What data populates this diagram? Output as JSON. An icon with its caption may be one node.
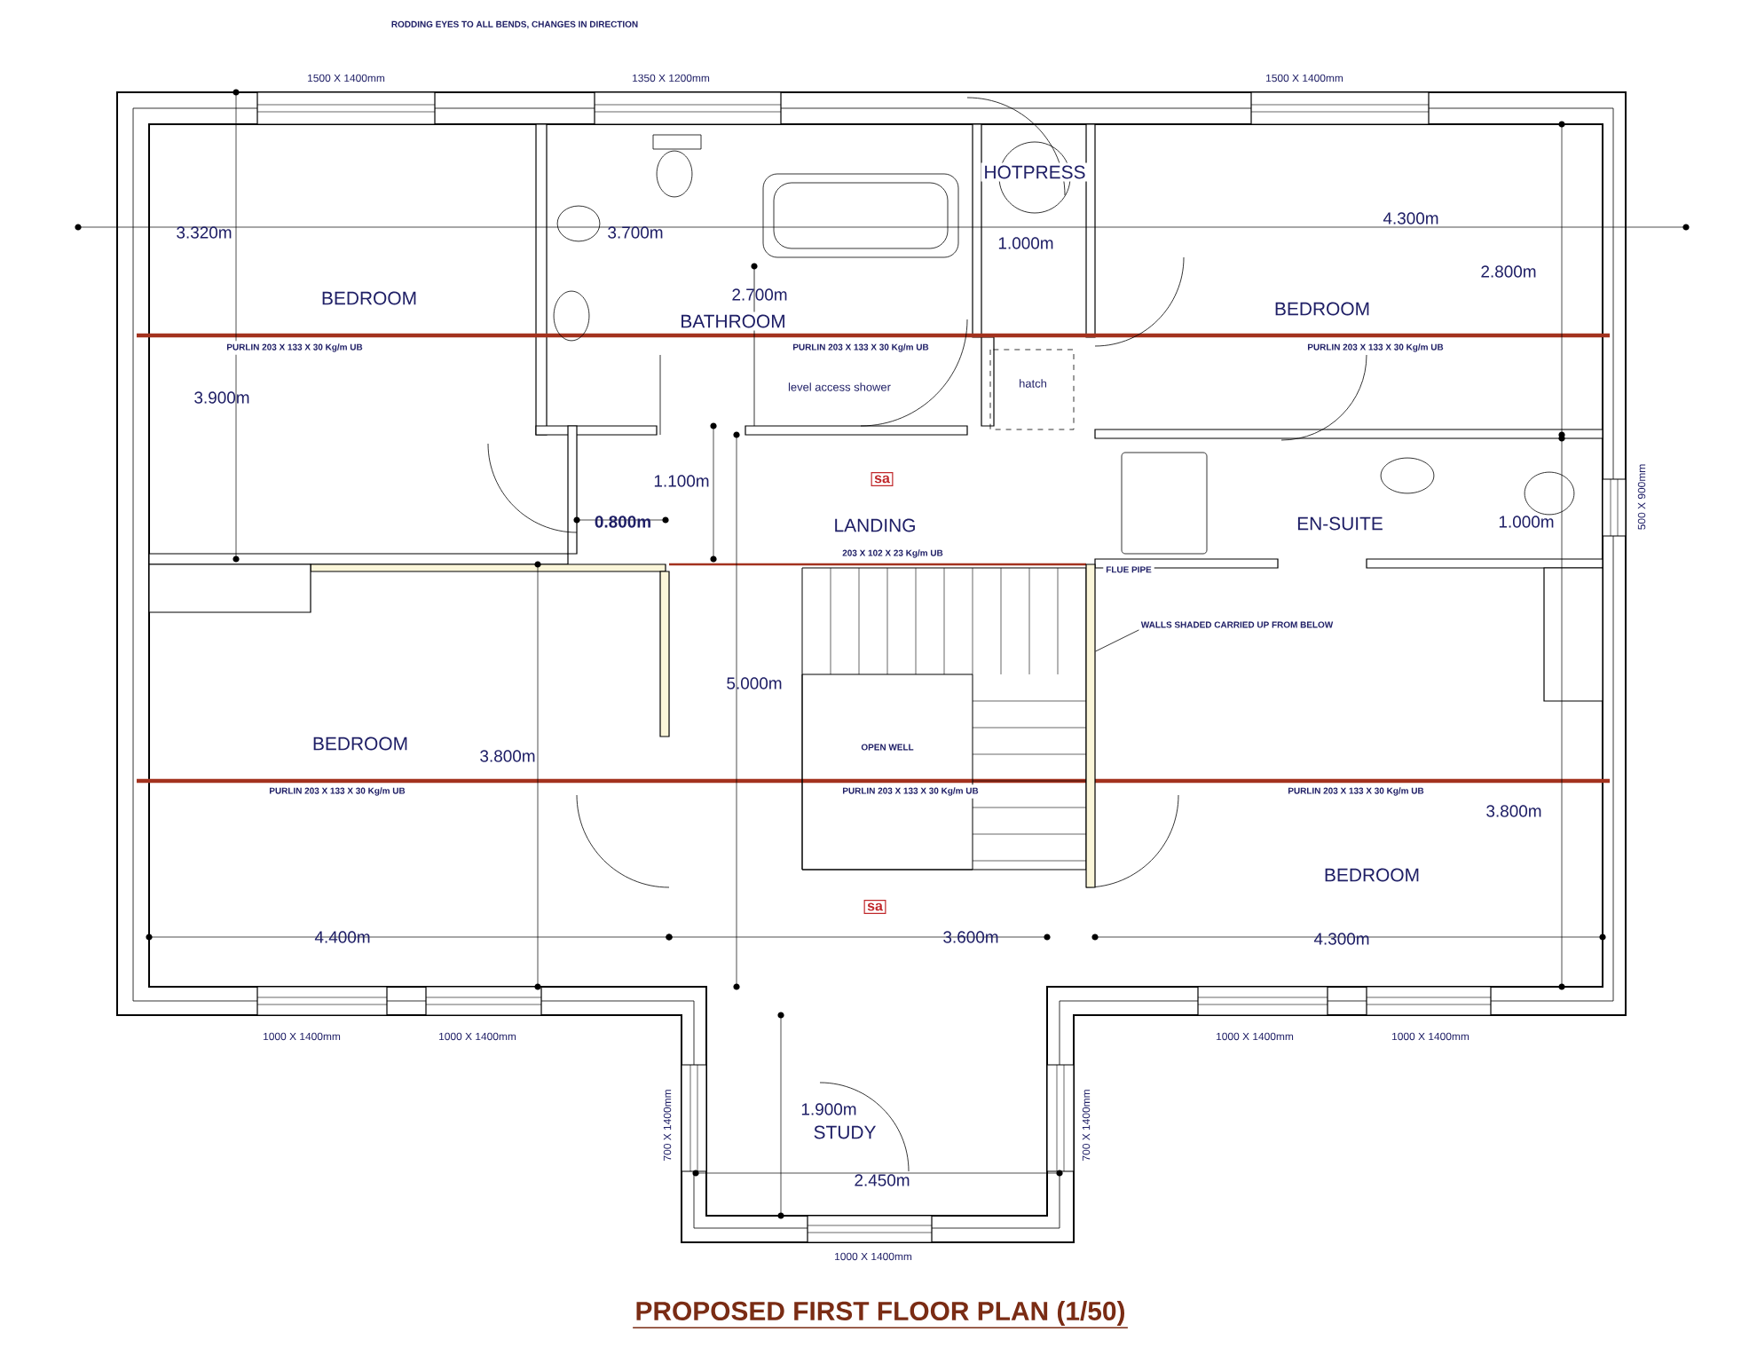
{
  "diagram": {
    "title": "PROPOSED FIRST FLOOR PLAN (1/50)",
    "nodes": [
      {
        "text": [
          "WALLS SHADED CARRIED UP FROM BELOW"
        ]
      },
      {
        "text": [],
        "shape": "bar"
      }
    ],
    "edges": [
      {
        "from": 0,
        "to": 1,
        "arrow": "none"
      }
    ],
    "labels": [
      "RODDING EYES TO ALL BENDS, CHANGES IN DIRECTION",
      "1500 X 1400mm",
      "1350 X 1200mm",
      "1500 X 1400mm",
      "HOTPRESS",
      "3.320m",
      "3.700m",
      "1.000m",
      "4.300m",
      "BEDROOM",
      "2.700m",
      "2.800m",
      "BATHROOM",
      "BEDROOM",
      "PURLIN 203 X 133 X 30 Kg/m UB",
      "PURLIN 203 X 133 X 30 Kg/m UB",
      "PURLIN 203 X 133 X 30 Kg/m UB",
      "level access shower",
      "hatch",
      "3.900m",
      "sa",
      "1.100m",
      "500 X 900mm",
      "0.800m",
      "LANDING",
      "EN-SUITE",
      "1.000m",
      "203 X 102 X 23 Kg/m UB",
      "FLUE PIPE",
      "5.000m",
      "OPEN WELL",
      "BEDROOM",
      "3.800m",
      "PURLIN 203 X 133 X 30 Kg/m UB",
      "PURLIN 203 X 133 X 30 Kg/m UB",
      "PURLIN 203 X 133 X 30 Kg/m UB",
      "3.800m",
      "BEDROOM",
      "sa",
      "4.400m",
      "3.600m",
      "4.300m",
      "1000 X 1400mm",
      "1000 X 1400mm",
      "1000 X 1400mm",
      "1000 X 1400mm",
      "700 X 1400mm",
      "700 X 1400mm",
      "1.900m",
      "STUDY",
      "2.450m",
      "1000 X 1400mm"
    ]
  }
}
